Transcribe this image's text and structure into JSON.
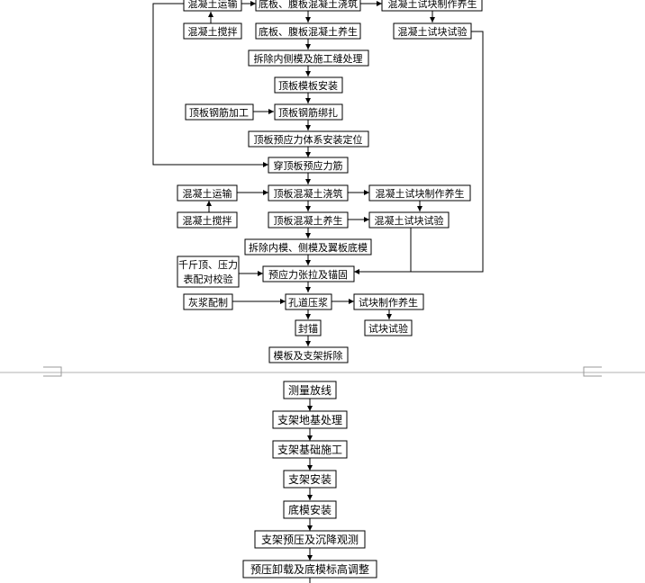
{
  "upper": {
    "mixer_transport_1": "混凝土运输",
    "base_web_pour": "底板、腹板混凝土浇筑",
    "test_block_make_1": "混凝土试块制作养生",
    "mixer_stir_1": "混凝土搅拌",
    "base_web_cure": "底板、腹板混凝土养生",
    "test_block_test_1": "混凝土试块试验",
    "remove_inner_form": "拆除内侧模及施工缝处理",
    "top_slab_form": "顶板模板安装",
    "top_rebar_process": "顶板钢筋加工",
    "top_rebar_tie": "顶板钢筋绑扎",
    "top_prestress_position": "顶板预应力体系安装定位",
    "thread_tendon": "穿顶板预应力筋",
    "mixer_transport_2": "混凝土运输",
    "top_pour": "顶板混凝土浇筑",
    "test_block_make_2": "混凝土试块制作养生",
    "mixer_stir_2": "混凝土搅拌",
    "top_cure": "顶板混凝土养生",
    "test_block_test_2": "混凝土试块试验",
    "remove_wing_form": "拆除内模、侧模及翼板底模",
    "jack_calibration_line1": "千斤顶、压力",
    "jack_calibration_line2": "表配对校验",
    "tension_anchor": "预应力张拉及锚固",
    "grout_mix": "灰浆配制",
    "duct_grouting": "孔道压浆",
    "test_block_make_3": "试块制作养生",
    "seal_anchor": "封锚",
    "test_block_test_3": "试块试验",
    "remove_form_support": "模板及支架拆除"
  },
  "lower": {
    "survey": "测量放线",
    "support_foundation_treat": "支架地基处理",
    "support_base_construct": "支架基础施工",
    "support_install": "支架安装",
    "bottom_form_install": "底模安装",
    "preload_settlement": "支架预压及沉降观测",
    "unload_adjust": "预压卸载及底模标高调整"
  }
}
